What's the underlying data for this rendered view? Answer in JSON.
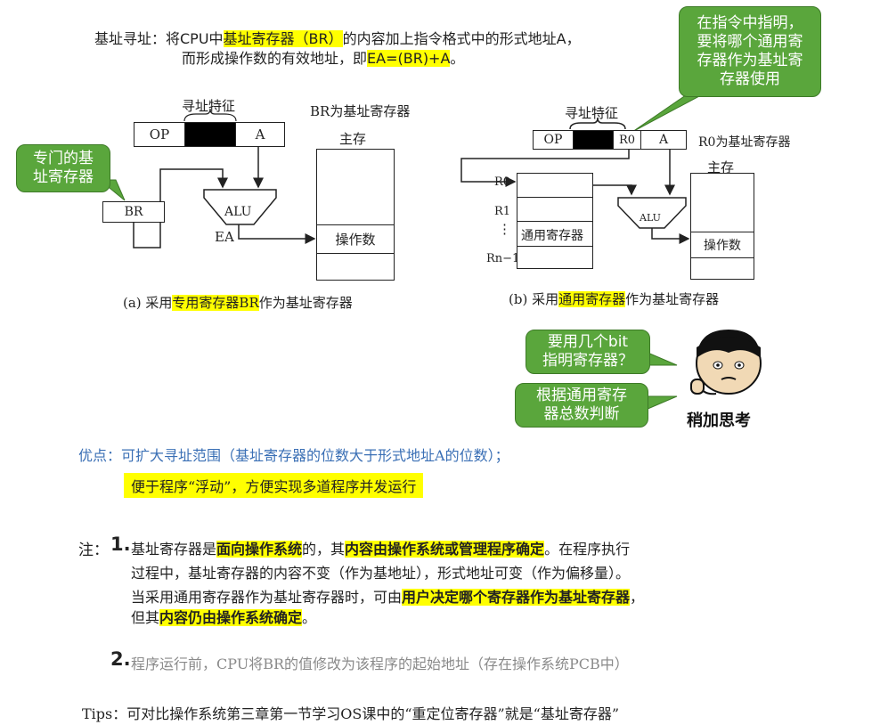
{
  "intro": {
    "line1_a": "基址寻址：将CPU中",
    "line1_hl": "基址寄存器（BR）",
    "line1_b": "的内容加上指令格式中的形式地址A，",
    "line2_a": "而形成操作数的有效地址，即",
    "line2_hl": "EA=(BR)+A",
    "line2_b": "。"
  },
  "diagram_a": {
    "addr_feature": "寻址特征",
    "op": "OP",
    "a": "A",
    "br_title": "BR为基址寄存器",
    "main_mem": "主存",
    "br": "BR",
    "alu": "ALU",
    "ea": "EA",
    "operand": "操作数",
    "caption_a": "(a) 采用",
    "caption_hl": "专用寄存器BR",
    "caption_b": "作为基址寄存器"
  },
  "diagram_b": {
    "addr_feature": "寻址特征",
    "op": "OP",
    "r0_field": "R0",
    "a": "A",
    "r0_title": "R0为基址寄存器",
    "main_mem": "主存",
    "r0": "R0",
    "r1": "R1",
    "dots": "⋮",
    "rn1": "Rn−1",
    "gpr": "通用寄存器",
    "alu": "ALU",
    "operand": "操作数",
    "caption_a": "(b) 采用",
    "caption_hl": "通用寄存器",
    "caption_b": "作为基址寄存器"
  },
  "bubbles": {
    "dedicated": "专门的基址寄存器",
    "instruction": "在指令中指明，要将哪个通用寄存器作为基址寄存器使用",
    "how_many_bits": "要用几个bit指明寄存器？",
    "judge": "根据通用寄存器总数判断",
    "thinking": "稍加思考"
  },
  "advantages": {
    "label": "优点：",
    "line1": "可扩大寻址范围（基址寄存器的位数大于形式地址A的位数）；",
    "line2": "便于程序“浮动”，方便实现多道程序并发运行"
  },
  "notes": {
    "label": "注：",
    "n1": "1.",
    "p1_a": "基址寄存器是",
    "p1_b": "面向操作系统",
    "p1_c": "的，其",
    "p1_d": "内容由操作系统或管理程序确定",
    "p1_e": "。在程序执行",
    "p2": "过程中，基址寄存器的内容不变（作为基地址），形式地址可变（作为偏移量）。",
    "p3_a": "当采用通用寄存器作为基址寄存器时，可由",
    "p3_b": "用户决定哪个寄存器作为基址寄存器",
    "p3_c": "，",
    "p4_a": "但其",
    "p4_b": "内容仍由操作系统确定",
    "p4_c": "。",
    "n2": "2.",
    "p5": "程序运行前，CPU将BR的值修改为该程序的起始地址（存在操作系统PCB中）"
  },
  "tips": "Tips：可对比操作系统第三章第一节学习OS课中的“重定位寄存器”就是“基址寄存器”",
  "colors": {
    "highlight": "#ffff00",
    "bubble": "#5aa63c",
    "blue_text": "#3a6fb5",
    "gray_text": "#8a8a8a"
  }
}
